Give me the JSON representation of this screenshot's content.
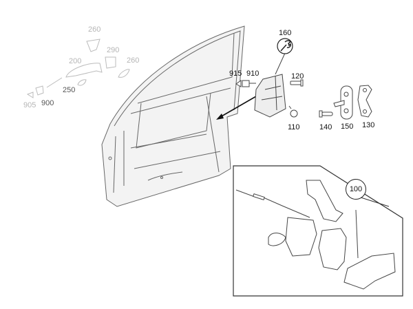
{
  "title": "Front door lock parts diagram",
  "colors": {
    "line": "#333333",
    "faded": "#b5b5b5",
    "panel_fill": "#f4f4f4"
  },
  "parts": {
    "handle_group": {
      "p260a": "260",
      "p290": "290",
      "p200": "200",
      "p260b": "260",
      "p250": "250",
      "p905": "905",
      "p900": "900"
    },
    "lock_group": {
      "p160": "160",
      "p915": "915",
      "p910": "910",
      "p120": "120",
      "p110": "110"
    },
    "striker_group": {
      "p140": "140",
      "p150": "150",
      "p130": "130"
    },
    "kit": {
      "p100": "100"
    }
  },
  "icons": {
    "tool": "wrench-icon"
  }
}
